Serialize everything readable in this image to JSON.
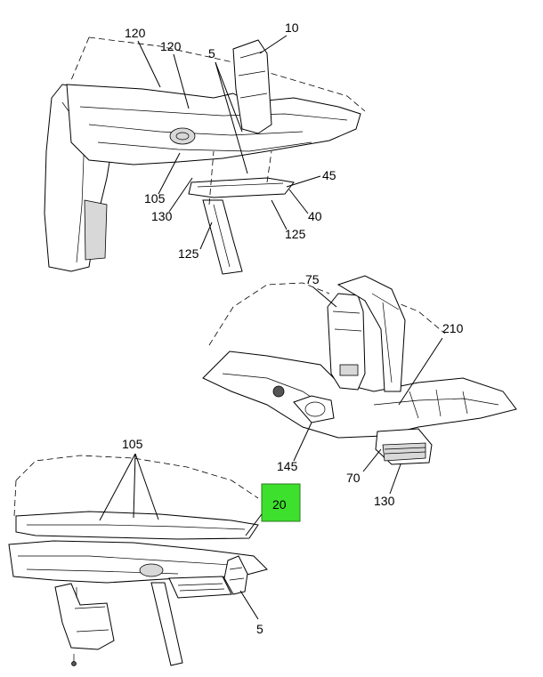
{
  "callouts": {
    "c120a": "120",
    "c120b": "120",
    "c5top": "5",
    "c10": "10",
    "c45": "45",
    "c40": "40",
    "c125a": "125",
    "c125b": "125",
    "c105a": "105",
    "c130a": "130",
    "c75": "75",
    "c210": "210",
    "c145": "145",
    "c70": "70",
    "c130b": "130",
    "c105b": "105",
    "c20": "20",
    "c5bot": "5"
  },
  "colors": {
    "highlight": "#3ee02e",
    "line": "#000000",
    "background": "#ffffff"
  }
}
